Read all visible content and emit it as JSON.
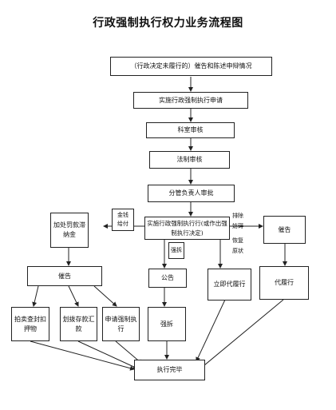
{
  "title": "行政强制执行权力业务流程图",
  "nodes": {
    "start": "（行政决定未履行的）催告和陈述申辩情况",
    "apply": "实施行政强制执行申请",
    "section_review": "科室审核",
    "legal_review": "法制审核",
    "leader_approve": "分管负责人审批",
    "decision": "实施行政强制执行行(或作出强制执行决定)",
    "penalty": "加处罚款滞纳金",
    "urge_left": "催告",
    "auction": "拍卖查封扣押物",
    "transfer": "划拨存款汇款",
    "apply_court": "申请强制执行",
    "announce": "公告",
    "demolish": "强拆",
    "immediate": "立即代履行",
    "urge_right": "催告",
    "substitute": "代履行",
    "end": "执行完毕"
  },
  "labels": {
    "money": "金钱给付",
    "demolish_small": "强拆",
    "clear_block": "排除妨碍",
    "restore": "恢复原状"
  }
}
